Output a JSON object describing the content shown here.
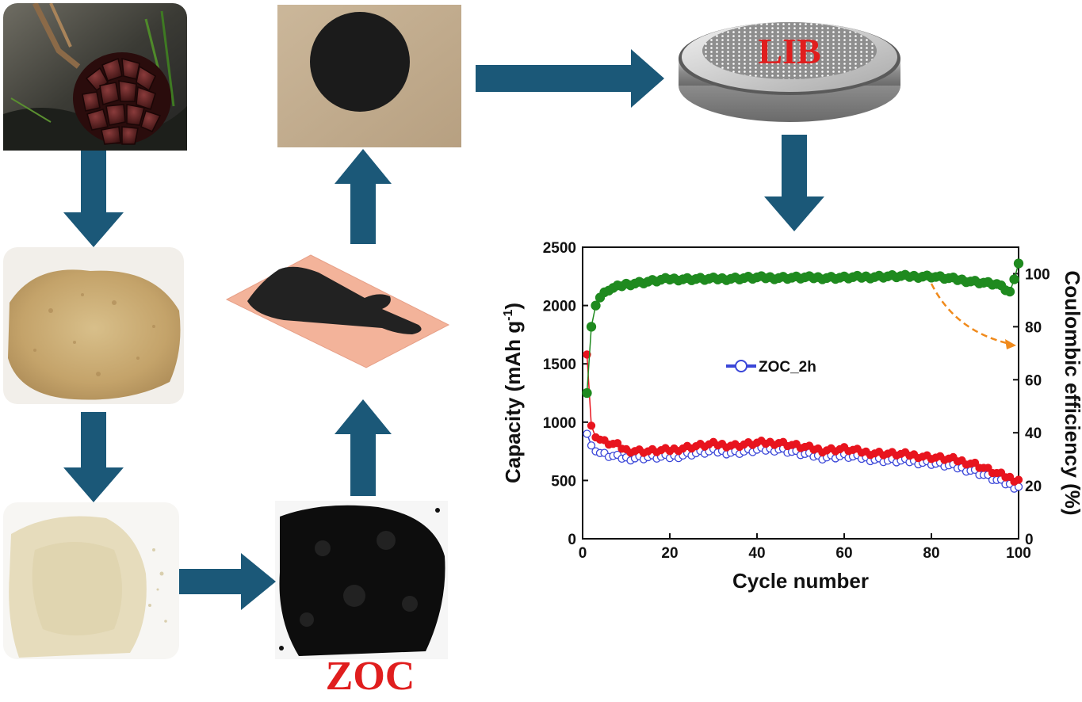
{
  "labels": {
    "product": "ZOC",
    "cell": "LIB"
  },
  "colors": {
    "arrow": "#1b5878",
    "label_red": "#e01e1e",
    "discharge": "#e8141e",
    "charge": "#3a46d8",
    "efficiency": "#1f8a1f",
    "annotation": "#f08a1c"
  },
  "chart_data": {
    "type": "scatter",
    "xlabel": "Cycle number",
    "ylabel_left": "Capacity (mAh g",
    "ylabel_left_sup": "-1",
    "ylabel_left_end": ")",
    "ylabel_right": "Coulombic efficiency (%)",
    "xlim": [
      0,
      100
    ],
    "ylim_left": [
      0,
      2500
    ],
    "ylim_right": [
      0,
      110
    ],
    "xticks": [
      "0",
      "20",
      "40",
      "60",
      "80",
      "100"
    ],
    "yticks_left": [
      "0",
      "500",
      "1000",
      "1500",
      "2000",
      "2500"
    ],
    "yticks_right": [
      "0",
      "20",
      "40",
      "60",
      "80",
      "100"
    ],
    "legend": "ZOC_2h",
    "legend_placement": "center",
    "annotation": "dashed arrow from efficiency curve at cycle ~80 to right axis",
    "anchors": {
      "discharge": [
        [
          1,
          1580
        ],
        [
          2,
          970
        ],
        [
          3,
          870
        ],
        [
          5,
          830
        ],
        [
          8,
          800
        ],
        [
          10,
          760
        ],
        [
          15,
          750
        ],
        [
          20,
          760
        ],
        [
          25,
          790
        ],
        [
          30,
          810
        ],
        [
          35,
          800
        ],
        [
          40,
          820
        ],
        [
          45,
          825
        ],
        [
          50,
          790
        ],
        [
          55,
          760
        ],
        [
          60,
          770
        ],
        [
          65,
          740
        ],
        [
          70,
          730
        ],
        [
          75,
          720
        ],
        [
          80,
          700
        ],
        [
          85,
          680
        ],
        [
          90,
          640
        ],
        [
          95,
          560
        ],
        [
          99,
          510
        ]
      ],
      "charge": [
        [
          1,
          900
        ],
        [
          2,
          800
        ],
        [
          3,
          750
        ],
        [
          5,
          720
        ],
        [
          8,
          700
        ],
        [
          10,
          690
        ],
        [
          15,
          700
        ],
        [
          20,
          700
        ],
        [
          25,
          730
        ],
        [
          30,
          750
        ],
        [
          35,
          740
        ],
        [
          40,
          760
        ],
        [
          45,
          770
        ],
        [
          50,
          730
        ],
        [
          55,
          700
        ],
        [
          60,
          710
        ],
        [
          65,
          690
        ],
        [
          70,
          670
        ],
        [
          75,
          665
        ],
        [
          80,
          650
        ],
        [
          85,
          620
        ],
        [
          90,
          580
        ],
        [
          95,
          500
        ],
        [
          99,
          450
        ]
      ],
      "efficiency": [
        [
          1,
          55
        ],
        [
          2,
          80
        ],
        [
          3,
          88
        ],
        [
          4,
          91
        ],
        [
          6,
          94
        ],
        [
          10,
          96
        ],
        [
          20,
          98
        ],
        [
          30,
          98
        ],
        [
          40,
          98.5
        ],
        [
          50,
          98.5
        ],
        [
          60,
          98.5
        ],
        [
          70,
          99
        ],
        [
          80,
          99
        ],
        [
          85,
          98
        ],
        [
          90,
          97
        ],
        [
          95,
          96
        ],
        [
          98,
          93
        ],
        [
          100,
          104
        ]
      ]
    }
  }
}
